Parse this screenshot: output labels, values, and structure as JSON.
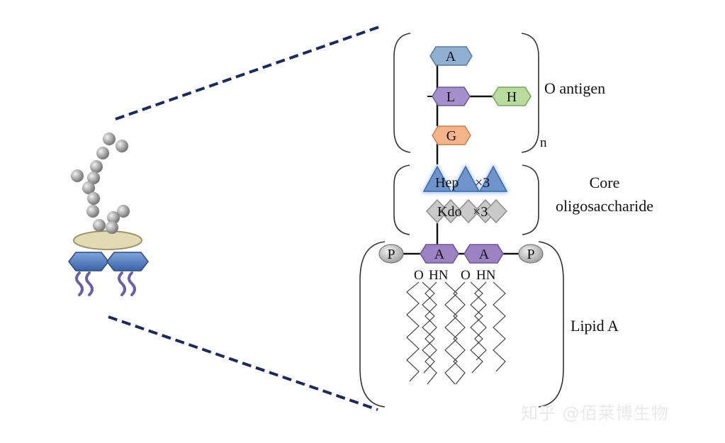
{
  "diagram": {
    "o_antigen": {
      "label": "O antigen",
      "repeat_subscript": "n",
      "units": {
        "A": "A",
        "L": "L",
        "H": "H",
        "G": "G"
      }
    },
    "core": {
      "label_line1": "Core",
      "label_line2": "oligosaccharide",
      "hep": "Hep",
      "hep_count": "×3",
      "kdo": "Kdo",
      "kdo_count": "×3"
    },
    "lipid_a": {
      "label": "Lipid A",
      "phosphate_left": "P",
      "phosphate_right": "P",
      "sugar_left": "A",
      "sugar_right": "A",
      "linkages": [
        "O",
        "HN",
        "O",
        "HN"
      ]
    }
  },
  "watermark": "知乎 @佰莱博生物",
  "colors": {
    "o_antigen_A": "#8fb0d0",
    "o_antigen_L": "#a38fc9",
    "o_antigen_H": "#b9dc9e",
    "o_antigen_G": "#f5b38a",
    "hep": "#6f94cc",
    "kdo": "#c9c9c9",
    "lipid_sugar": "#9b82c2",
    "phosphate": "#bdbdbd",
    "dashed_line": "#1c2a57"
  }
}
